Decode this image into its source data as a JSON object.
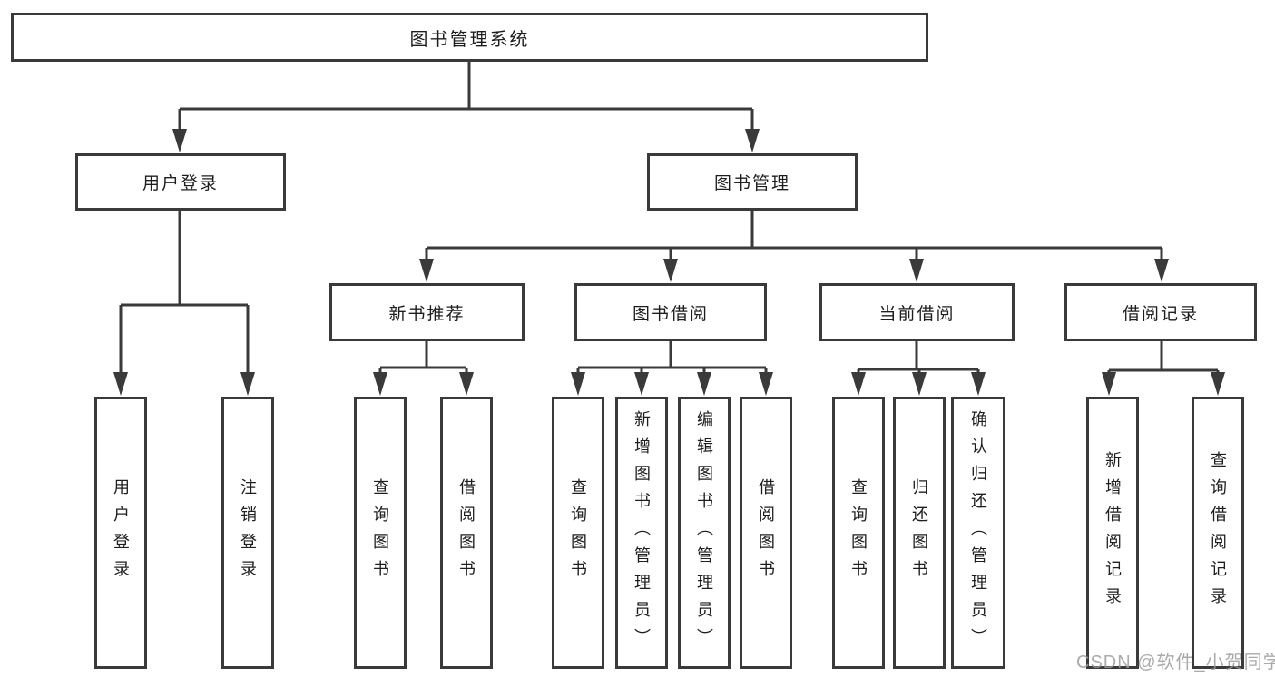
{
  "diagram": {
    "root": "图书管理系统",
    "level2": {
      "user_login": "用户登录",
      "book_mgmt": "图书管理"
    },
    "level3": {
      "new_book": "新书推荐",
      "borrow": "图书借阅",
      "current": "当前借阅",
      "record": "借阅记录"
    },
    "leaves": {
      "user_login": [
        "用户登录",
        "注销登录"
      ],
      "new_book": [
        "查询图书",
        "借阅图书"
      ],
      "borrow": [
        "查询图书",
        "新增图书（管理员）",
        "编辑图书（管理员）",
        "借阅图书"
      ],
      "current": [
        "查询图书",
        "归还图书",
        "确认归还（管理员）"
      ],
      "record": [
        "新增借阅记录",
        "查询借阅记录"
      ]
    },
    "colors": {
      "line": "#3a3a3a",
      "text": "#1e1e1e",
      "watermark": "#9c9c9c",
      "background": "#ffffff"
    }
  },
  "watermark": "CSDN @软件_小贺同学"
}
